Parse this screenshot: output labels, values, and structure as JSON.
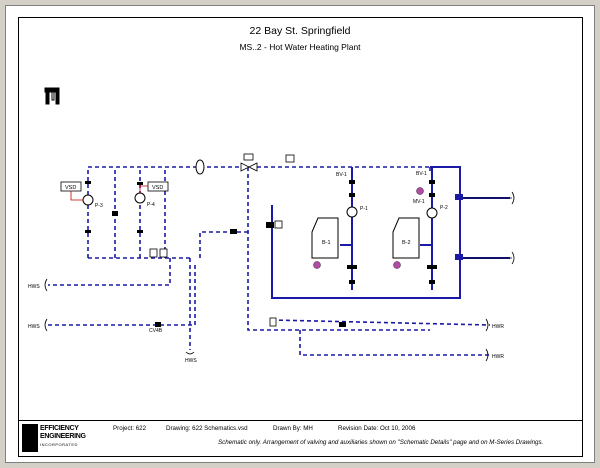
{
  "header": {
    "title": "22 Bay St. Springfield",
    "subtitle": "MS..2 - Hot Water Heating Plant"
  },
  "labels": {
    "vsd_left": "VSD",
    "vsd_right": "VSD",
    "pump_p3": "P-3",
    "pump_p4": "P-4",
    "boiler_b1": "B-1",
    "boiler_b2": "B-2",
    "bv1_left": "BV-1",
    "bv1_right": "BV-1",
    "mv1": "MV-1",
    "pump_p1": "P-1",
    "pump_p2": "P-2",
    "hws_1": "HWS",
    "hws_2": "HWS",
    "hws_bottom": "HWS",
    "cv_label": "CV4B",
    "hwr_1": "HWR",
    "hwr_2": "HWR"
  },
  "titleblock": {
    "logo_lines": [
      "EFFICIENCY",
      "ENGINEERING",
      "INCORPORATED"
    ],
    "project": "Project:  622",
    "drawing": "Drawing:  622 Schematics.vsd",
    "drawn_by": "Drawn By:  MH",
    "revision": "Revision Date:  Oct 10, 2006",
    "note": "Schematic only.  Arrangement of valving and auxiliaries shown on \"Schematic Details\" page and on M-Series Drawings."
  },
  "colors": {
    "pipe_blue": "#1a1aa6",
    "dashed_blue": "#1a1aa6",
    "tag_magenta": "#b04ca8"
  }
}
